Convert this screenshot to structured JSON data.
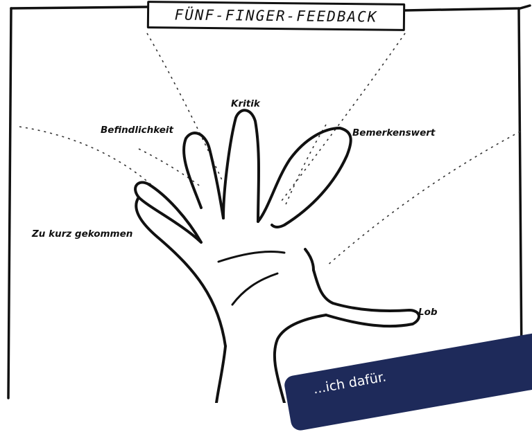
{
  "title": "FÜNF-FINGER-FEEDBACK",
  "fingers": [
    {
      "id": "kleiner-finger",
      "label": "Zu kurz gekommen"
    },
    {
      "id": "ringfinger",
      "label": "Befindlichkeit"
    },
    {
      "id": "mittelfinger",
      "label": "Kritik"
    },
    {
      "id": "zeigefinger",
      "label": "Bemerkenswert"
    },
    {
      "id": "daumen",
      "label": "Lob"
    }
  ],
  "banner": {
    "text": "...ich dafür."
  }
}
